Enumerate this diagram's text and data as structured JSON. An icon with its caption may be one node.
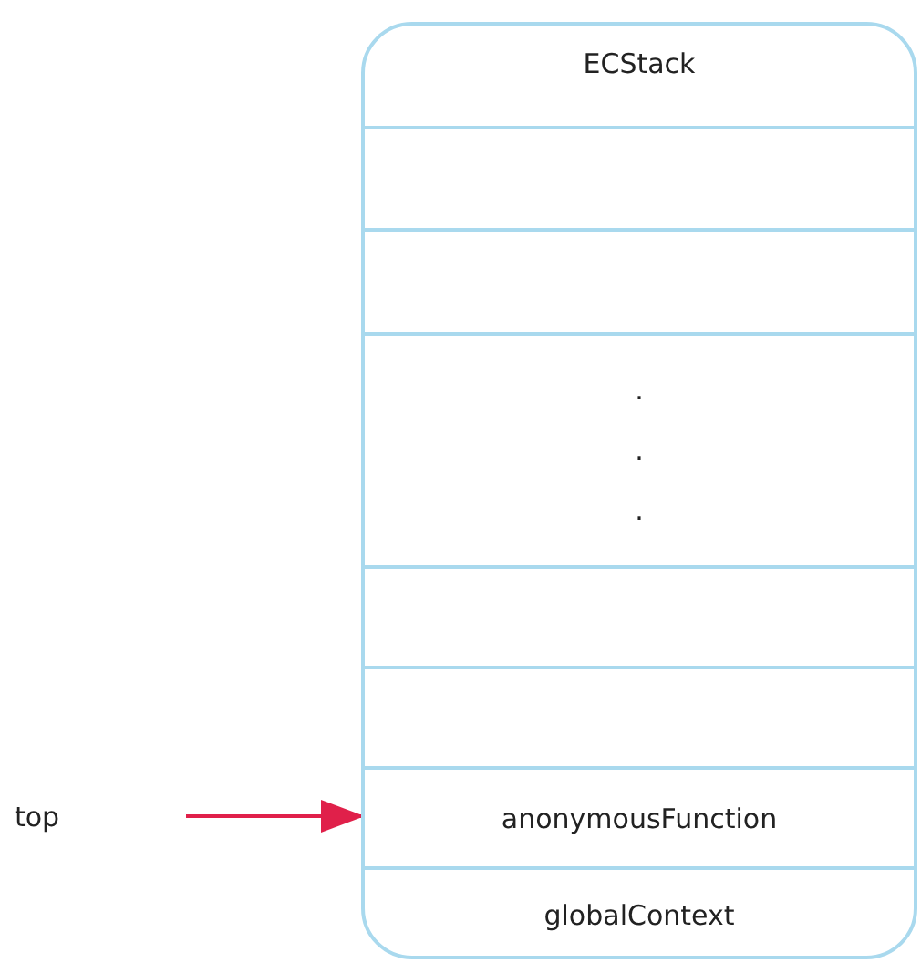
{
  "diagram": {
    "nodes": [
      {
        "text": [
          "ECStack"
        ]
      },
      {
        "text": [],
        "shape": "box",
        "in": 0
      },
      {
        "text": [],
        "shape": "box",
        "in": 0
      },
      {
        "text": [
          ". . ."
        ],
        "in": 0
      },
      {
        "text": [],
        "shape": "box",
        "in": 0
      },
      {
        "text": [],
        "shape": "box",
        "in": 0
      },
      {
        "text": [
          "anonymousFunction"
        ],
        "in": 0
      },
      {
        "text": [
          "globalContext"
        ],
        "in": 0
      },
      {
        "text": [
          "top"
        ]
      }
    ],
    "edges": [
      {
        "from": 8,
        "to": 6,
        "arrow": "to",
        "color": "#e0204a"
      }
    ]
  }
}
